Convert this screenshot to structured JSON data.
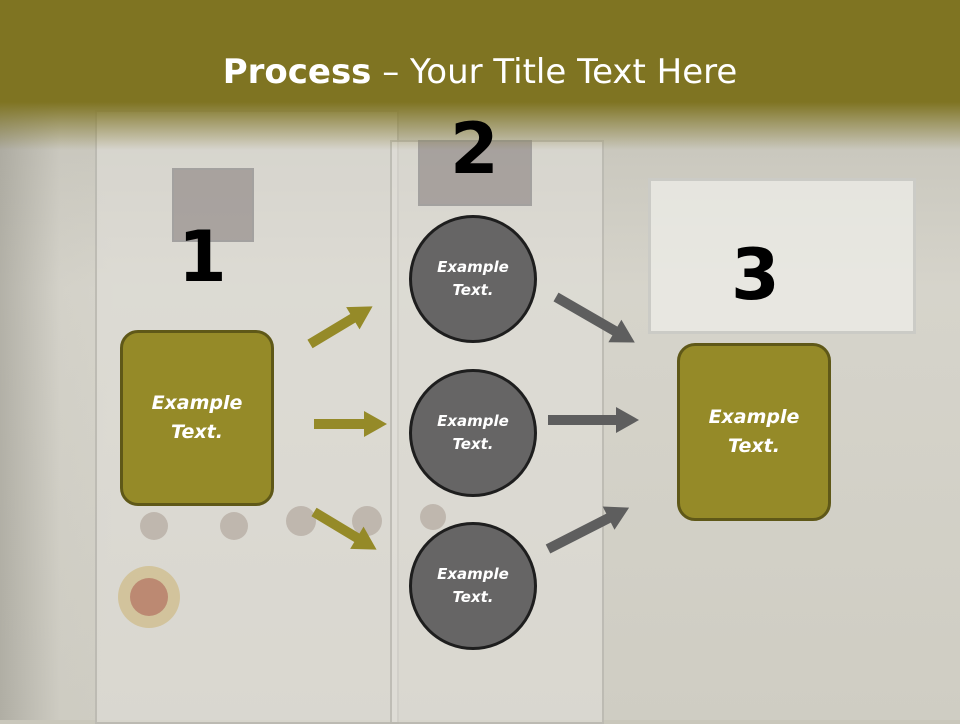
{
  "title": {
    "bold": "Process",
    "rest": " – Your Title Text Here"
  },
  "steps": [
    {
      "number": "1"
    },
    {
      "number": "2"
    },
    {
      "number": "3"
    }
  ],
  "left_box": {
    "text": "Example Text."
  },
  "circles": [
    {
      "text": "Example Text."
    },
    {
      "text": "Example Text."
    },
    {
      "text": "Example Text."
    }
  ],
  "right_box": {
    "text": "Example Text."
  },
  "colors": {
    "header": "#7f7422",
    "box_fill": "#958a28",
    "circle_fill": "#666565",
    "arrow_left": "#958a28",
    "arrow_right": "#5e5e5e"
  }
}
